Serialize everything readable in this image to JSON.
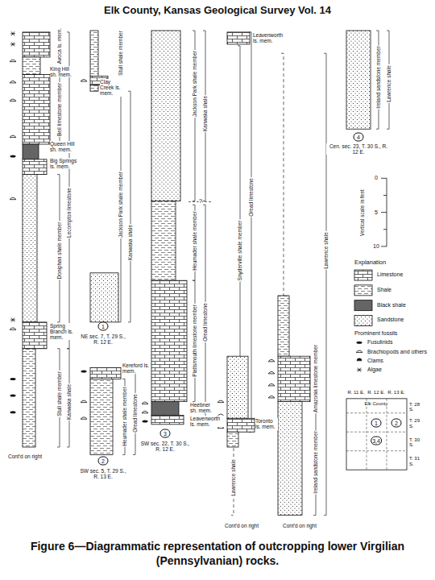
{
  "diagram": {
    "title": "Elk County, Kansas Geological Survey Vol. 14",
    "caption": "Figure 6—Diagrammatic representation of outcropping lower Virgilian (Pennsylvanian) rocks.",
    "labels": [
      "Avoca ls. mem.",
      "King Hill sh. mem.",
      "Beil limestone member",
      "Queen Hill sh. mem.",
      "Big Springs ls. mem.",
      "Lecompton limestone",
      "Doniphan shale member",
      "Spring Branch ls. mem.",
      "Stull shale member",
      "Kanwaka shale",
      "Cont'd on right",
      "Stull shale member",
      "Clay Creek ls. mem.",
      "Jackson Park shale member",
      "Kanwaka shale",
      "1",
      "NE sec. 7, T. 29 S., R. 12 E.",
      "Kereford ls. mem.",
      "Heumader shale member",
      "Oread limestone",
      "2",
      "SW sec. 5, T. 29 S., R. 13 E.",
      "Jackson Park shale member",
      "Kanwaka shale",
      "?",
      "Heumader shale member",
      "Plattsmouth limestone member",
      "Oread limestone",
      "Heebner sh. mem.",
      "Leavenworth ls. mem.",
      "3",
      "SW sec. 22, T. 30 S., R. 12 E.",
      "Leavenworth ls. mem.",
      "Snyderville shale member",
      "Oread limestone",
      "Toronto ls. mem.",
      "Lawrence shale",
      "Cont'd on right",
      "Lawrence shale",
      "Amazonia limestone member",
      "Ireland sandstone member",
      "Cont'd on right",
      "Ireland sandstone member",
      "Lawrence shale",
      "4",
      "Cen. sec. 23, T. 30 S., R. 12 E.",
      "0",
      "5",
      "10",
      "Vertical scale in feet",
      "Explanation",
      "Prominent fossils",
      "R. 11 E.",
      "R. 12 E.",
      "R. 13 E.",
      "Elk County",
      "T. 28 S.",
      "T. 29 S.",
      "T. 30 S.",
      "T. 31 S.",
      "1",
      "2",
      "3,4"
    ],
    "legend": [
      {
        "text": "Limestone"
      },
      {
        "text": "Shale"
      },
      {
        "text": "Black shale"
      },
      {
        "text": "Sandstone"
      },
      {
        "text": "Fusulinids"
      },
      {
        "text": "Brachiopods and others"
      },
      {
        "text": "Clams"
      },
      {
        "text": "Algae"
      }
    ]
  }
}
